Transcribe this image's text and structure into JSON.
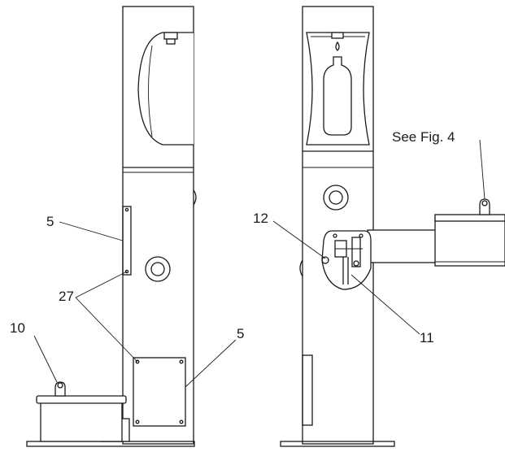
{
  "callouts": {
    "part_5_upper": "5",
    "part_27": "27",
    "part_10": "10",
    "part_5_lower": "5",
    "part_12": "12",
    "part_11": "11",
    "see_fig": "See Fig. 4"
  }
}
